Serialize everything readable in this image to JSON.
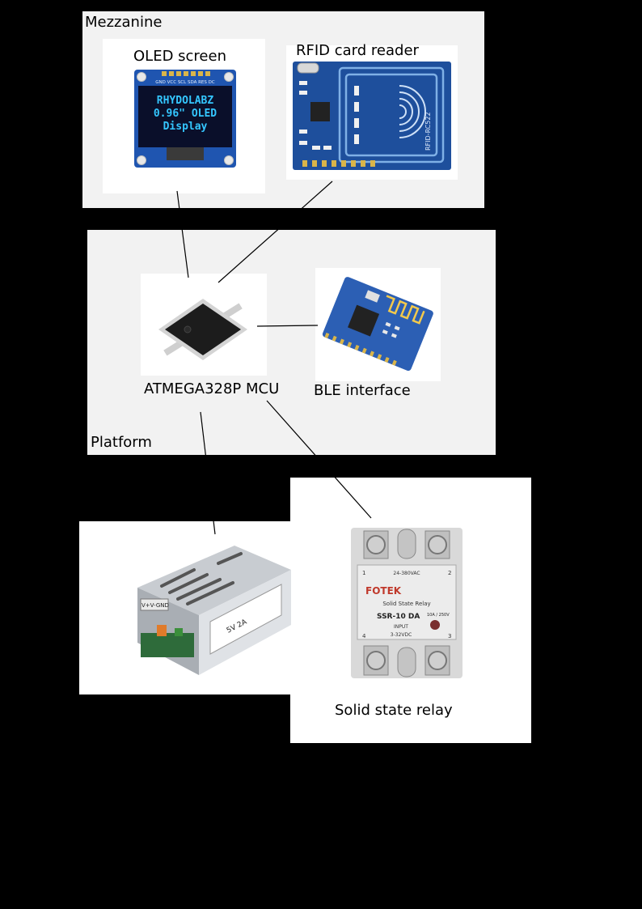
{
  "groups": {
    "mezzanine": "Mezzanine",
    "platform": "Platform"
  },
  "components": {
    "oled": {
      "label": "OLED screen",
      "pcb_header": "GND VCC SCL SDA RES DC",
      "screen_lines": [
        "RHYDOLABZ",
        "0.96\" OLED",
        "Display"
      ]
    },
    "rfid": {
      "label": "RFID card reader",
      "pcb_text": "RFID-RC522"
    },
    "mcu": {
      "label": "ATMEGA328P MCU"
    },
    "ble": {
      "label": "BLE interface"
    },
    "psu": {
      "pcb_text": [
        "V+V-GND",
        "5V 2A"
      ]
    },
    "ssr": {
      "label": "Solid state relay",
      "top_text": "24-380VAC",
      "brand": "FOTEK",
      "subtitle": "Solid State Relay",
      "model": "SSR-10 DA",
      "rating": "10A / 250V",
      "input_label": "INPUT",
      "input_range": "3-32VDC",
      "terminals": [
        "1",
        "2",
        "4",
        "3"
      ]
    }
  },
  "colors": {
    "background": "#000000",
    "group_fill": "#f2f2f2",
    "card_fill": "#ffffff",
    "oled_pcb": "#1f55b0",
    "oled_text": "#34c6ff",
    "rfid_pcb": "#1e4f9c",
    "ble_pcb": "#2c5fb4",
    "psu_metal": "#b9bec4",
    "ssr_body": "#d9d9d9"
  }
}
